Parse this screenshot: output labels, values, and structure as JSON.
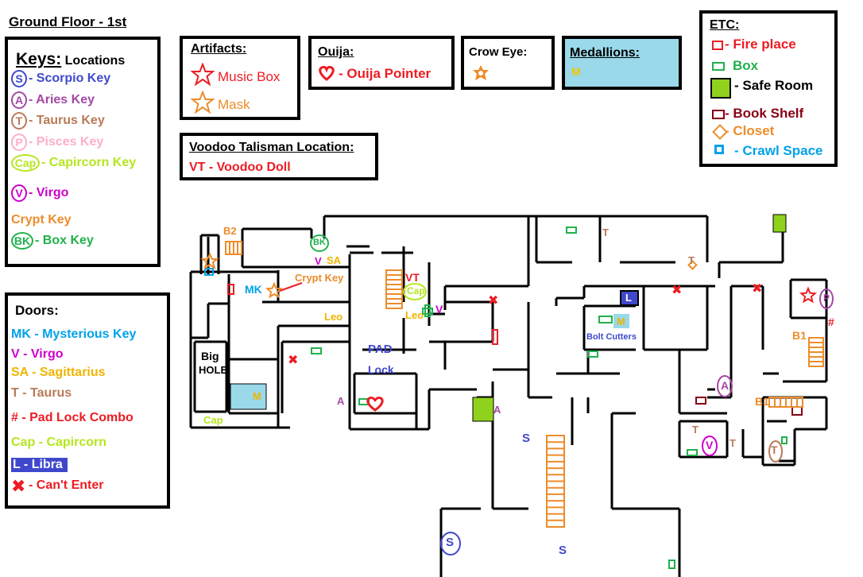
{
  "title": "Ground Floor - 1st",
  "colors": {
    "scorpio": "#3f48cc",
    "aries": "#a349a4",
    "taurus": "#b97a57",
    "pisces": "#ffaec9",
    "capricorn": "#b5e61d",
    "virgo": "#cc00cc",
    "crypt": "#ed8c2a",
    "box": "#22b14c",
    "mk": "#00a2e8",
    "sagittarius": "#f0b400",
    "red": "#ed1c24",
    "libra": "#3f48cc",
    "medallion_bg": "#99d9ea",
    "safe": "#8fd11d",
    "book": "#880015",
    "closet": "#ed8c2a",
    "crawl": "#00a2e8"
  },
  "keys_legend": {
    "heading": "Keys:",
    "subheading": "Locations",
    "items": [
      {
        "symbol": "S",
        "label": "- Scorpio Key"
      },
      {
        "symbol": "A",
        "label": "- Aries Key"
      },
      {
        "symbol": "T",
        "label": "- Taurus Key"
      },
      {
        "symbol": "P",
        "label": "- Pisces Key"
      },
      {
        "symbol": "Cap",
        "label": "- Capircorn Key"
      },
      {
        "symbol": "V",
        "label": "- Virgo"
      },
      {
        "symbol": "",
        "label": "Crypt Key"
      },
      {
        "symbol": "BK",
        "label": "- Box Key"
      }
    ]
  },
  "doors_legend": {
    "heading": "Doors:",
    "items": [
      {
        "label": "MK - Mysterious Key"
      },
      {
        "label": "V - Virgo"
      },
      {
        "label": "SA - Sagittarius"
      },
      {
        "label": "T - Taurus"
      },
      {
        "label": "# - Pad Lock Combo"
      },
      {
        "label": "Cap - Capircorn"
      },
      {
        "label": "L - Libra"
      },
      {
        "label": "- Can't Enter"
      }
    ]
  },
  "artifacts": {
    "heading": "Artifacts:",
    "items": [
      {
        "label": "Music Box"
      },
      {
        "label": "Mask"
      }
    ]
  },
  "ouija": {
    "heading": "Ouija:",
    "label": "- Ouija Pointer"
  },
  "crow_eye": {
    "heading": "Crow Eye:"
  },
  "medallions": {
    "heading": "Medallions:",
    "symbol": "M"
  },
  "voodoo": {
    "heading": "Voodoo Talisman Location:",
    "label": "VT - Voodoo Doll"
  },
  "etc": {
    "heading": "ETC:",
    "items": [
      {
        "label": "- Fire place"
      },
      {
        "label": "Box"
      },
      {
        "label": "- Safe Room"
      },
      {
        "label": "- Book Shelf"
      },
      {
        "label": "- Closet"
      },
      {
        "label": "- Crawl Space"
      }
    ]
  },
  "map_labels": {
    "b2": "B2",
    "bk": "BK",
    "v": "V",
    "sa": "SA",
    "crypt_key": "Crypt Key",
    "mk": "MK",
    "big": "Big",
    "hole": "HOLE",
    "cap_bottom": "Cap",
    "m": "M",
    "leo": "Leo",
    "leo2": "Leo",
    "vt": "VT",
    "cap": "Cap",
    "v2": "V",
    "pad": "PAD",
    "lock": "Lock",
    "a": "A",
    "a2": "A",
    "s": "S",
    "s2": "S",
    "s3": "S",
    "t": "T",
    "t2": "T",
    "t3": "T",
    "t4": "T",
    "l": "L",
    "m2": "M",
    "bolt_cutters": "Bolt Cutters",
    "b1": "B1",
    "b1_2": "B1",
    "p": "P",
    "hash": "#",
    "a3": "A",
    "v3": "V",
    "t5": "T"
  }
}
